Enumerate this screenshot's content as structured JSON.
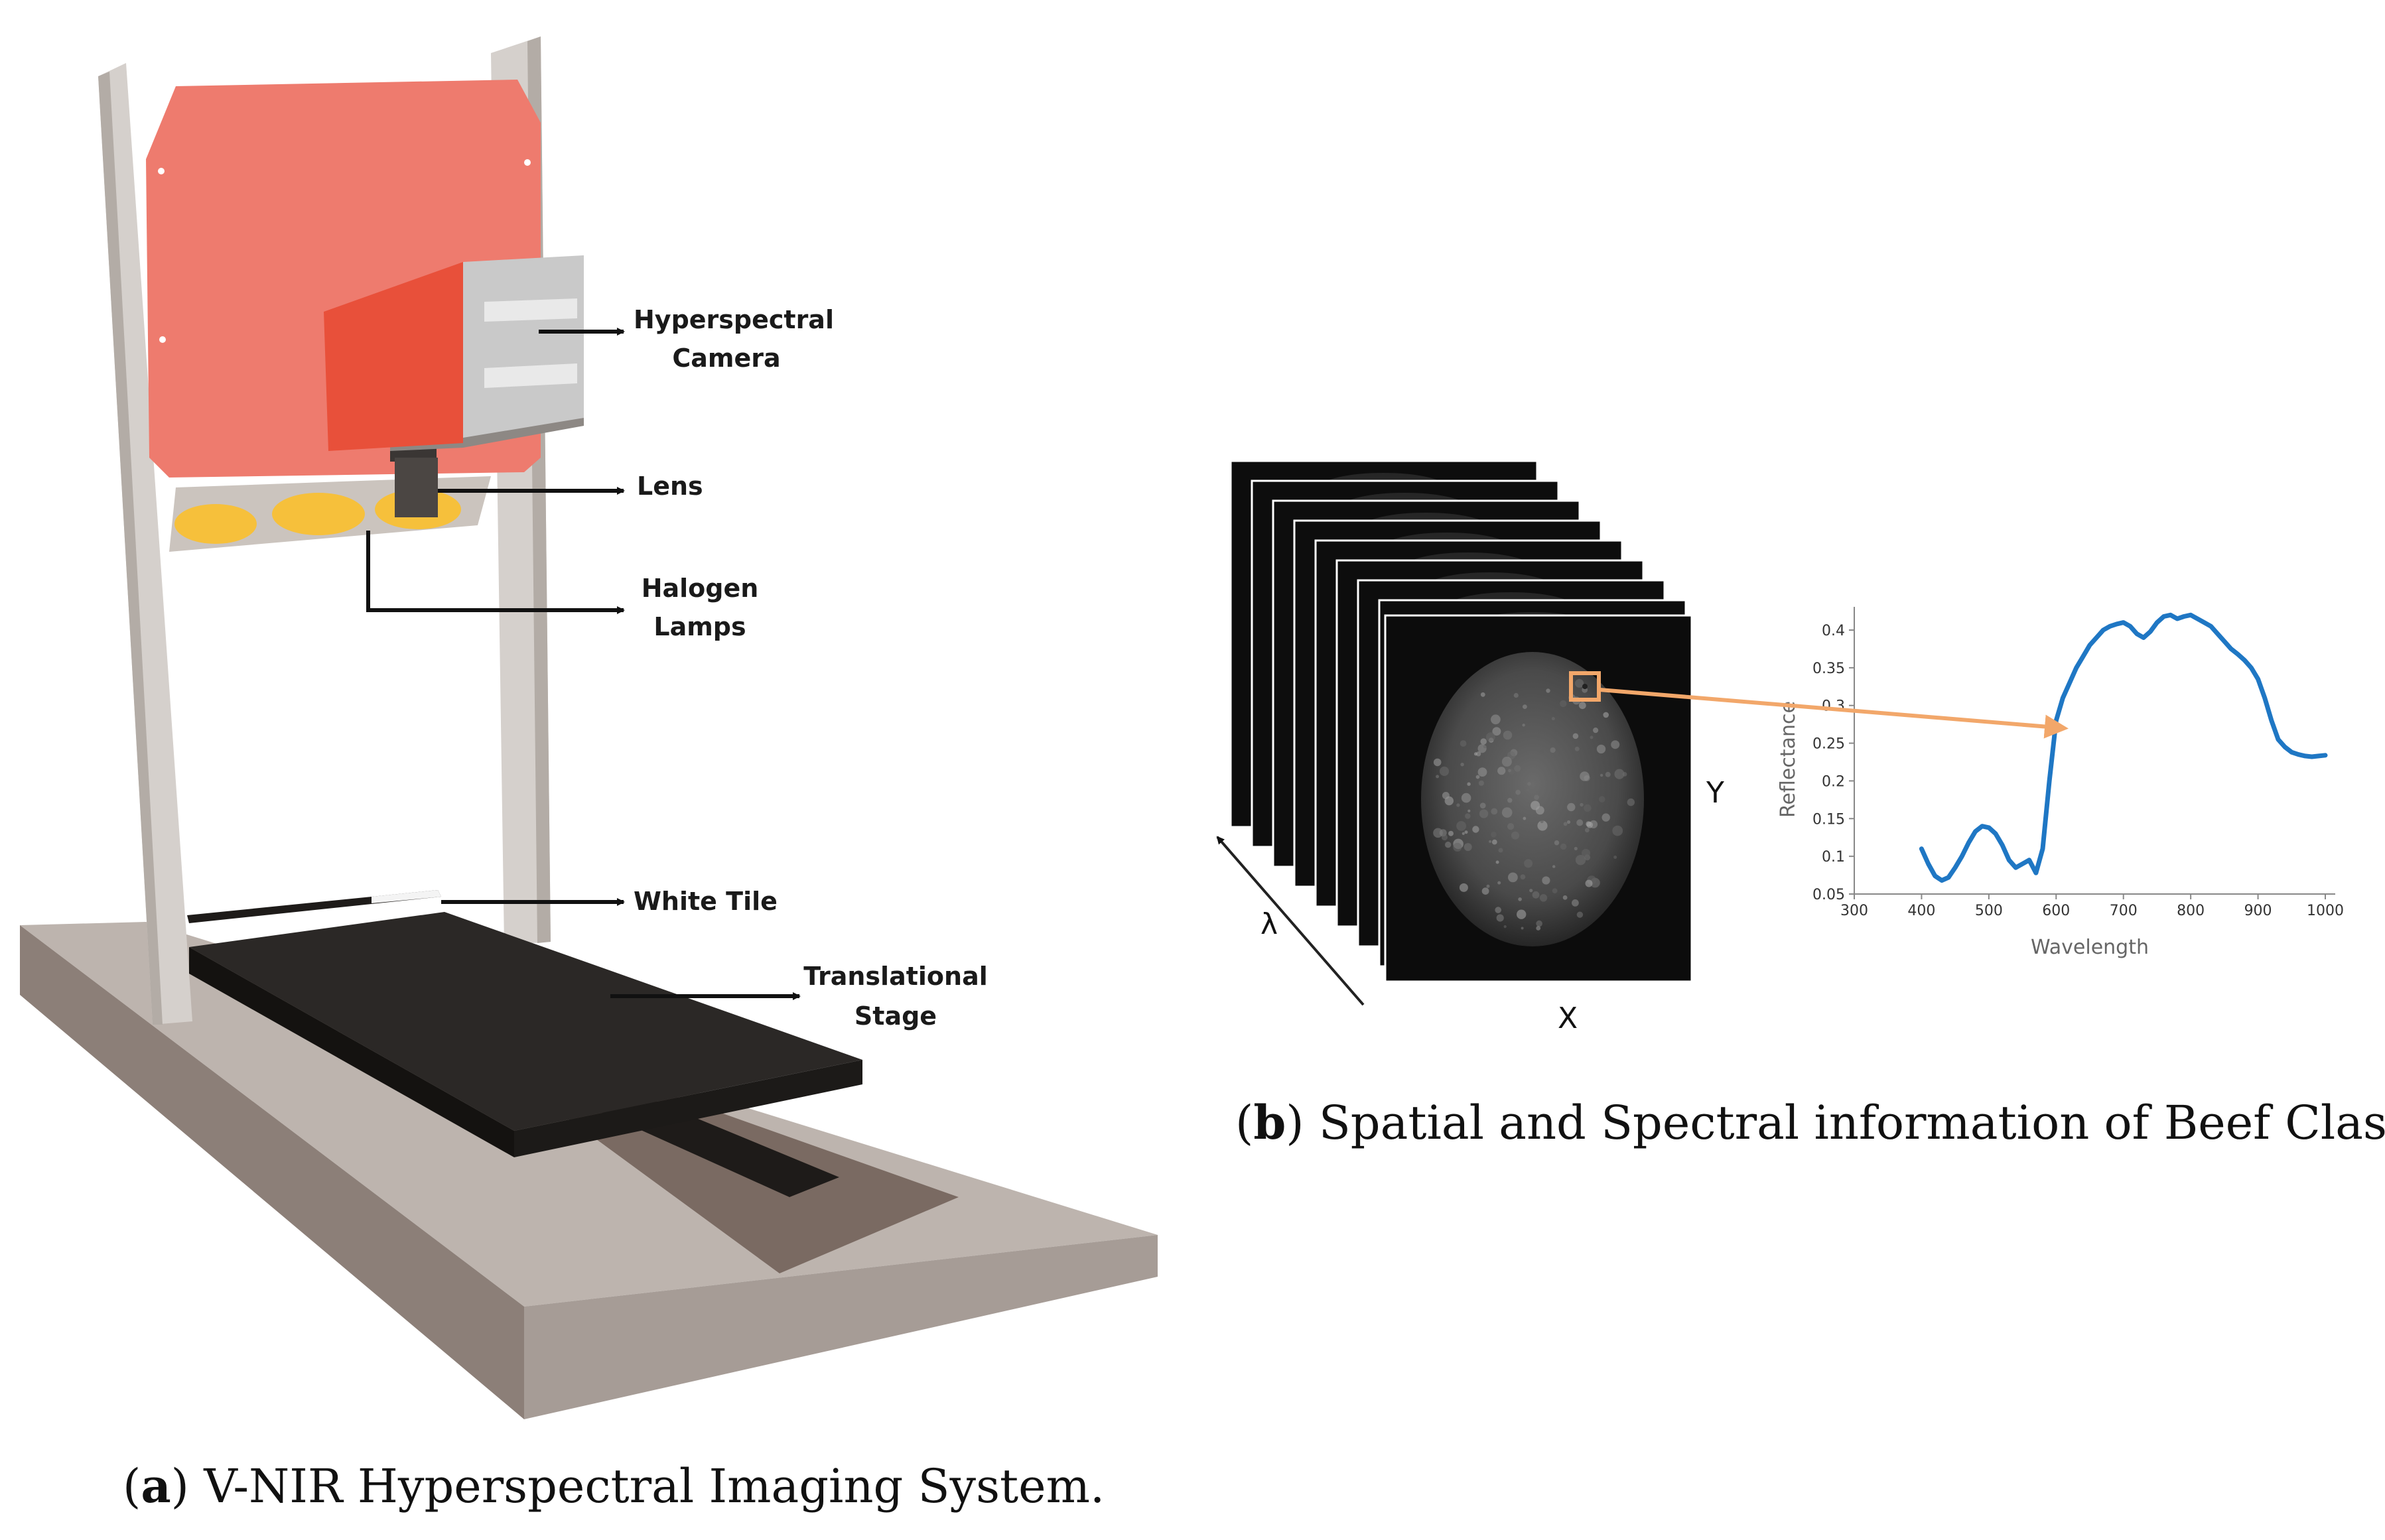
{
  "panel_a": {
    "labels": {
      "camera_line1": "Hyperspectral",
      "camera_line2": "Camera",
      "lens": "Lens",
      "lamps_line1": "Halogen",
      "lamps_line2": "Lamps",
      "tile": "White Tile",
      "stage_line1": "Translational",
      "stage_line2": "Stage"
    },
    "caption": {
      "letter": "a",
      "open": "(",
      "close": ")",
      "text": " V-NIR Hyperspectral Imaging System."
    },
    "colors": {
      "panel": "#ee7b6e",
      "camera_front": "#e8503a",
      "camera_body": "#c9c9c9",
      "lamps": "#f6c03b",
      "frame": "#d5d0cc",
      "stage": "#2b2826",
      "base": "#bdb4ae"
    }
  },
  "panel_b": {
    "cube": {
      "x_label": "X",
      "y_label": "Y",
      "lambda_label": "λ"
    },
    "caption": {
      "letter": "b",
      "open": "(",
      "close": ")",
      "text": " Spatial and Spectral information of Beef Class."
    },
    "highlight_color": "#f2a76a",
    "line_color": "#1f77c4"
  },
  "chart_data": {
    "type": "line",
    "xlabel": "Wavelength",
    "ylabel": "Reflectance",
    "xlim": [
      300,
      1000
    ],
    "ylim": [
      0.05,
      0.4
    ],
    "xticks": [
      "300",
      "400",
      "500",
      "600",
      "700",
      "800",
      "900",
      "1000"
    ],
    "yticks": [
      "0.05",
      "0.1",
      "0.15",
      "0.2",
      "0.25",
      "0.3",
      "0.35",
      "0.4"
    ],
    "series": [
      {
        "x": [
          400,
          410,
          420,
          430,
          440,
          450,
          460,
          470,
          480,
          490,
          500,
          510,
          520,
          530,
          540,
          550,
          560,
          570,
          580,
          590,
          600,
          610,
          620,
          630,
          640,
          650,
          660,
          670,
          680,
          690,
          700,
          710,
          720,
          730,
          740,
          750,
          760,
          770,
          780,
          790,
          800,
          810,
          820,
          830,
          840,
          850,
          860,
          870,
          880,
          890,
          900,
          910,
          920,
          930,
          940,
          950,
          960,
          970,
          980,
          990,
          1000
        ],
        "y": [
          0.11,
          0.09,
          0.074,
          0.068,
          0.072,
          0.085,
          0.1,
          0.118,
          0.133,
          0.14,
          0.138,
          0.13,
          0.115,
          0.095,
          0.085,
          0.09,
          0.095,
          0.078,
          0.11,
          0.2,
          0.28,
          0.31,
          0.33,
          0.35,
          0.365,
          0.38,
          0.39,
          0.4,
          0.405,
          0.408,
          0.41,
          0.405,
          0.395,
          0.39,
          0.398,
          0.41,
          0.418,
          0.42,
          0.415,
          0.418,
          0.42,
          0.415,
          0.41,
          0.405,
          0.395,
          0.385,
          0.375,
          0.368,
          0.36,
          0.35,
          0.335,
          0.31,
          0.28,
          0.255,
          0.245,
          0.238,
          0.235,
          0.233,
          0.232,
          0.233,
          0.234
        ]
      }
    ]
  }
}
